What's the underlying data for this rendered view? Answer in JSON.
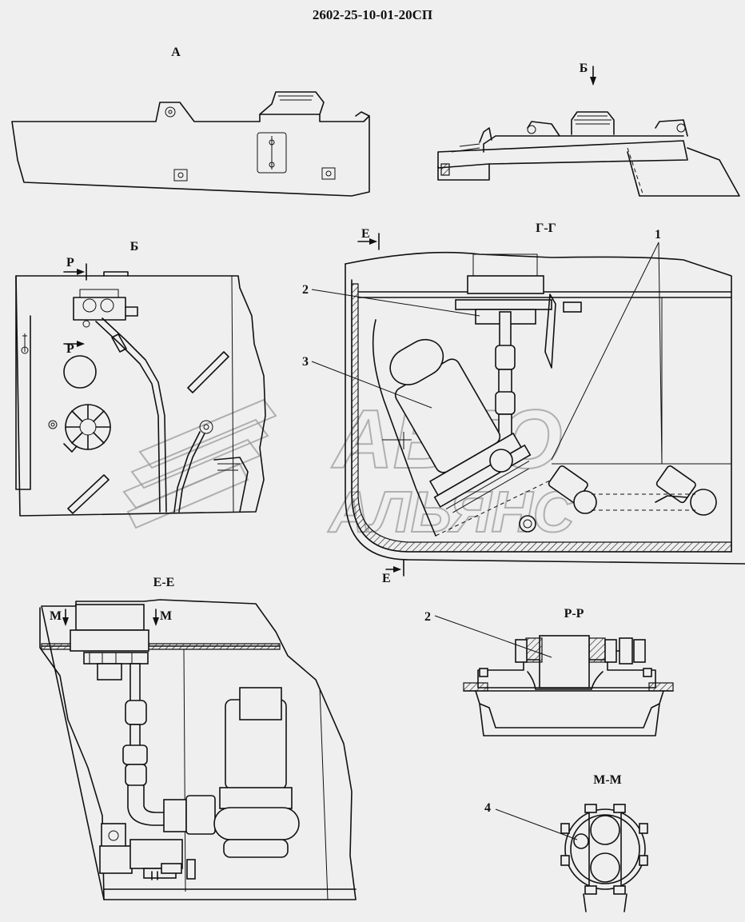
{
  "drawing": {
    "code": "2602-25-10-01-20СП"
  },
  "views": {
    "a": "А",
    "b_arrow": "Б",
    "b": "Б",
    "gg": "Г-Г",
    "ee": "Е-Е",
    "rr": "Р-Р",
    "mm": "М-М"
  },
  "section_marks": {
    "r": "Р",
    "e": "Е",
    "m": "М"
  },
  "callouts": {
    "c1": "1",
    "c2": "2",
    "c3": "3",
    "c4": "4"
  },
  "watermark": {
    "line1": "АВТО",
    "line2": "АЛЬЯНС"
  }
}
